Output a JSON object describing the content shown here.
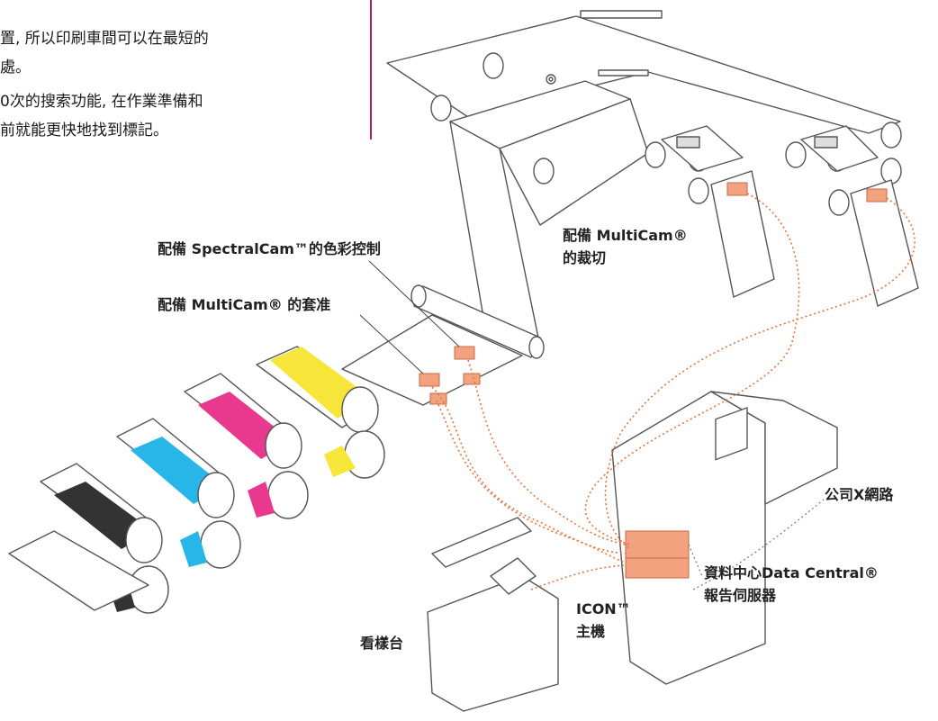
{
  "intro_text": {
    "line1": "置, 所以印刷車間可以在最短的",
    "line2": "處。",
    "line3": "0次的搜索功能, 在作業準備和",
    "line4": "前就能更快地找到標記。"
  },
  "labels": {
    "spectralcam_color_control": "配備 SpectralCam™的色彩控制",
    "multicam_register": "配備 MultiCam® 的套准",
    "multicam_cut_line1": "配備 MultiCam®",
    "multicam_cut_line2": "的裁切",
    "company_network": "公司X網路",
    "data_central_line1": "資料中心Data Central®",
    "data_central_line2": "報告伺服器",
    "icon_host_line1": "ICON™",
    "icon_host_line2": "主機",
    "viewing_stand": "看樣台"
  },
  "colors": {
    "accent_line": "#c2185b",
    "sensor_orange": "#f2a27e",
    "dotted_connection": "#e8743b",
    "ink_yellow": "#f7e53a",
    "ink_magenta": "#e8398f",
    "ink_cyan": "#28b6e8",
    "ink_black": "#333333"
  }
}
